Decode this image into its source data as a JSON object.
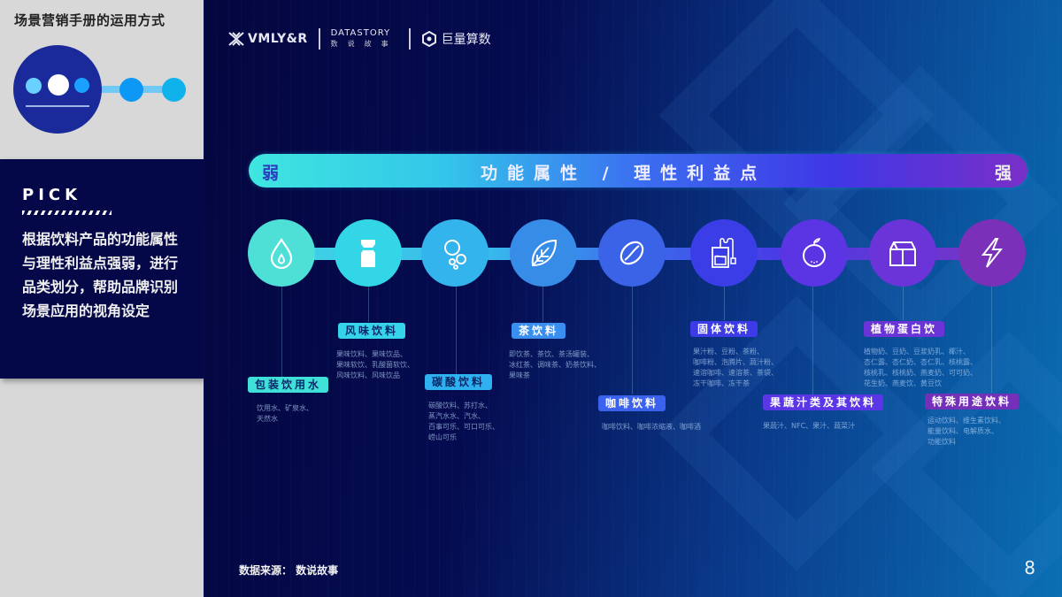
{
  "sidebar": {
    "title": "场景营销手册的运用方式",
    "nav_dots": [
      {
        "name": "step-1",
        "color": "#1a2a9a",
        "active": true
      },
      {
        "name": "step-2",
        "color": "#1499f0"
      },
      {
        "name": "step-3",
        "color": "#16b2ea"
      }
    ],
    "pick": {
      "label": "PICK",
      "text": "根据饮料产品的功能属性与理性利益点强弱，进行品类划分，帮助品牌识别场景应用的视角设定"
    }
  },
  "logos": {
    "vml": "VMLY&R",
    "datastory": "DATASTORY",
    "datastory_cn": "数说故事",
    "juliang": "巨量算数"
  },
  "scale_bar": {
    "weak_label": "弱",
    "center_label": "功能属性 / 理性利益点",
    "strong_label": "强"
  },
  "categories": [
    {
      "icon": "water-drop-icon",
      "color": "#4ee0d6",
      "tag": "包装饮用水",
      "tag_bg": "#3fe0d8",
      "tag_fg": "#0a2a6a",
      "desc": "饮用水、矿泉水、\n天然水"
    },
    {
      "icon": "yogurt-bottle-icon",
      "color": "#33d6e6",
      "tag": "风味饮料",
      "tag_bg": "#35d4ea",
      "tag_fg": "#0a2a6a",
      "desc": "果味饮料、果味饮品、\n果味软饮、乳酸菌软饮、\n风味饮料、风味饮品"
    },
    {
      "icon": "bubbles-icon",
      "color": "#33b4ec",
      "tag": "碳酸饮料",
      "tag_bg": "#2fb0f0",
      "tag_fg": "#0a2a6a",
      "desc": "碳酸饮料、苏打水、\n蒸汽水水、汽水、\n百事可乐、可口可乐、\n崂山可乐"
    },
    {
      "icon": "leaf-icon",
      "color": "#378ce8",
      "tag": "茶饮料",
      "tag_bg": "#3a8ef0",
      "tag_fg": "#ffffff",
      "desc": "即饮茶、茶饮、茶汤罐装、\n冰红茶、调味茶、奶茶饮料、\n果味茶"
    },
    {
      "icon": "coffee-bean-icon",
      "color": "#3a63e8",
      "tag": "咖啡饮料",
      "tag_bg": "#3a62ee",
      "tag_fg": "#ffffff",
      "desc": "咖啡饮料、咖啡浓缩液、咖啡酒"
    },
    {
      "icon": "tea-bag-icon",
      "color": "#3b3ee6",
      "tag": "固体饮料",
      "tag_bg": "#3d3ae8",
      "tag_fg": "#ffffff",
      "desc": "果汁粉、豆粉、茶粉、\n咖啡粉、泡腾片、蔬汁粉、\n速溶咖啡、速溶茶、茶袋、\n冻干咖啡、冻干茶"
    },
    {
      "icon": "orange-fruit-icon",
      "color": "#5b34e4",
      "tag": "果蔬汁类及其饮料",
      "tag_bg": "#5a36e6",
      "tag_fg": "#ffffff",
      "desc": "果蔬汁、NFC、果汁、蔬菜汁"
    },
    {
      "icon": "milk-carton-icon",
      "color": "#6a34d8",
      "tag": "植物蛋白饮",
      "tag_bg": "#6b34d6",
      "tag_fg": "#ffffff",
      "desc": "植物奶、豆奶、豆浆奶乳、椰汁、\n杏仁露、杏仁奶、杏仁乳、核桃露、\n核桃乳、核桃奶、燕麦奶、可可奶、\n花生奶、燕麦饮、黄豆饮"
    },
    {
      "icon": "lightning-icon",
      "color": "#7a30b8",
      "tag": "特殊用途饮料",
      "tag_bg": "#7430b8",
      "tag_fg": "#ffffff",
      "desc": "运动饮料、维生素饮料、\n能量饮料、电解质水、\n功能饮料"
    }
  ],
  "footer": {
    "source": "数据来源：  数说故事",
    "page_number": "8"
  }
}
